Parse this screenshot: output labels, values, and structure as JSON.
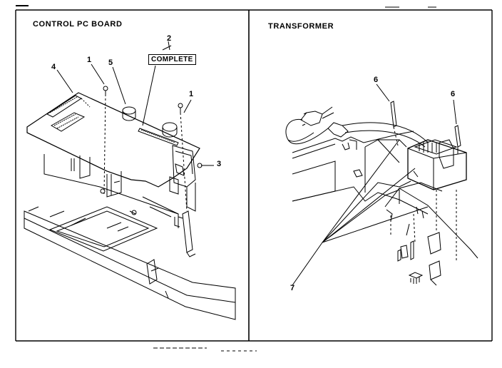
{
  "panels": {
    "left": {
      "title": "CONTROL PC BOARD"
    },
    "right": {
      "title": "TRANSFORMER"
    }
  },
  "callouts": {
    "complete": "COMPLETE",
    "part1a": "1",
    "part1b": "1",
    "part2": "2",
    "part3": "3",
    "part4": "4",
    "part5": "5",
    "part6a": "6",
    "part6b": "6",
    "part7": "7"
  },
  "colors": {
    "ink": "#000000",
    "paper": "#ffffff"
  }
}
